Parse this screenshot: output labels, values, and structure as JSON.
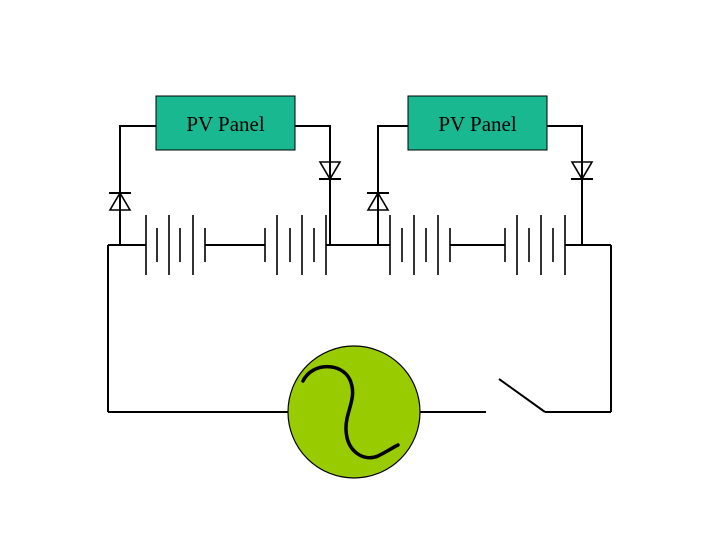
{
  "diagram": {
    "panels": [
      {
        "label": "PV Panel"
      },
      {
        "label": "PV Panel"
      }
    ],
    "colors": {
      "panel_fill": "#19B890",
      "generator_fill": "#99CC00",
      "wire": "#000000",
      "background": "#ffffff"
    },
    "components": {
      "diodes": 4,
      "batteries": 4,
      "generator": "ac-source",
      "switch": "open"
    }
  }
}
